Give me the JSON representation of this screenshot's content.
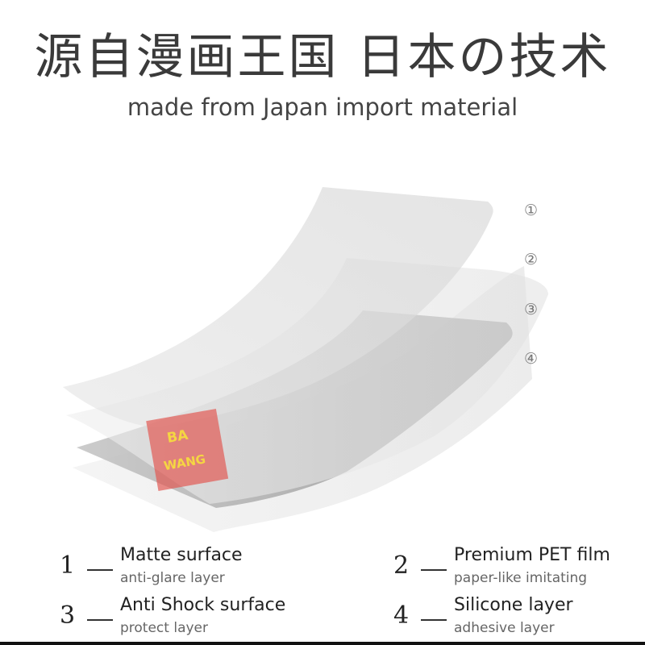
{
  "header": {
    "title_cn": "源自漫画王国 日本の技术",
    "subtitle": "made from Japan import material"
  },
  "layers": [
    {
      "marker": "①"
    },
    {
      "marker": "②"
    },
    {
      "marker": "③"
    },
    {
      "marker": "④"
    }
  ],
  "features": [
    {
      "index": "1",
      "title": "Matte surface",
      "subtitle": "anti-glare layer"
    },
    {
      "index": "2",
      "title": "Premium PET film",
      "subtitle": "paper-like imitating"
    },
    {
      "index": "3",
      "title": "Anti Shock surface",
      "subtitle": "protect layer"
    },
    {
      "index": "4",
      "title": "Silicone layer",
      "subtitle": "adhesive layer"
    }
  ],
  "watermark": {
    "line1": "BA",
    "line2": "WANG",
    "color": "#e25550"
  },
  "colors": {
    "text": "#333333",
    "muted": "#777777",
    "layer_dark": "#b7b7b7"
  }
}
